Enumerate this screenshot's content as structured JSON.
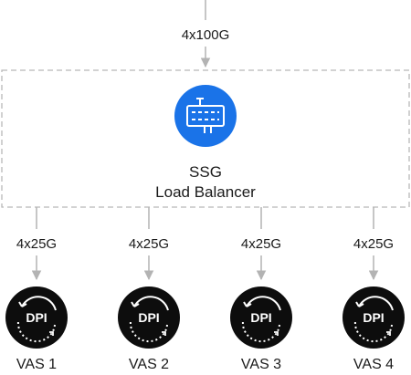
{
  "uplink": {
    "speed": "4x100G"
  },
  "load_balancer": {
    "name": "SSG",
    "role": "Load Balancer",
    "icon": "server-rack-icon",
    "icon_color": "#1a73e8"
  },
  "vas_links": [
    {
      "speed": "4x25G",
      "badge": "DPI",
      "label": "VAS 1",
      "icon": "dpi-cycle-icon"
    },
    {
      "speed": "4x25G",
      "badge": "DPI",
      "label": "VAS 2",
      "icon": "dpi-cycle-icon"
    },
    {
      "speed": "4x25G",
      "badge": "DPI",
      "label": "VAS 3",
      "icon": "dpi-cycle-icon"
    },
    {
      "speed": "4x25G",
      "badge": "DPI",
      "label": "VAS 4",
      "icon": "dpi-cycle-icon"
    }
  ],
  "colors": {
    "connector": "#b3b3b3",
    "dashed_border": "#b8b8b8",
    "node_fill": "#0d0d0d",
    "text": "#1a1a1a"
  }
}
